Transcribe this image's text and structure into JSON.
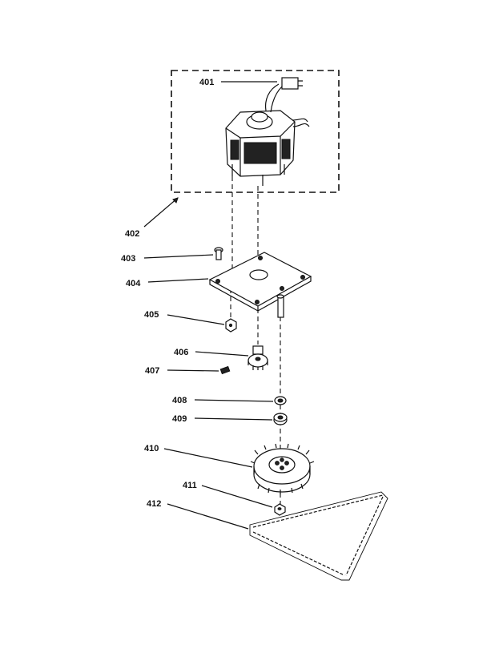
{
  "callouts": [
    {
      "id": "401",
      "label": "401"
    },
    {
      "id": "402",
      "label": "402"
    },
    {
      "id": "403",
      "label": "403"
    },
    {
      "id": "404",
      "label": "404"
    },
    {
      "id": "405",
      "label": "405"
    },
    {
      "id": "406",
      "label": "406"
    },
    {
      "id": "407",
      "label": "407"
    },
    {
      "id": "408",
      "label": "408"
    },
    {
      "id": "409",
      "label": "409"
    },
    {
      "id": "410",
      "label": "410"
    },
    {
      "id": "411",
      "label": "411"
    },
    {
      "id": "412",
      "label": "412"
    }
  ]
}
